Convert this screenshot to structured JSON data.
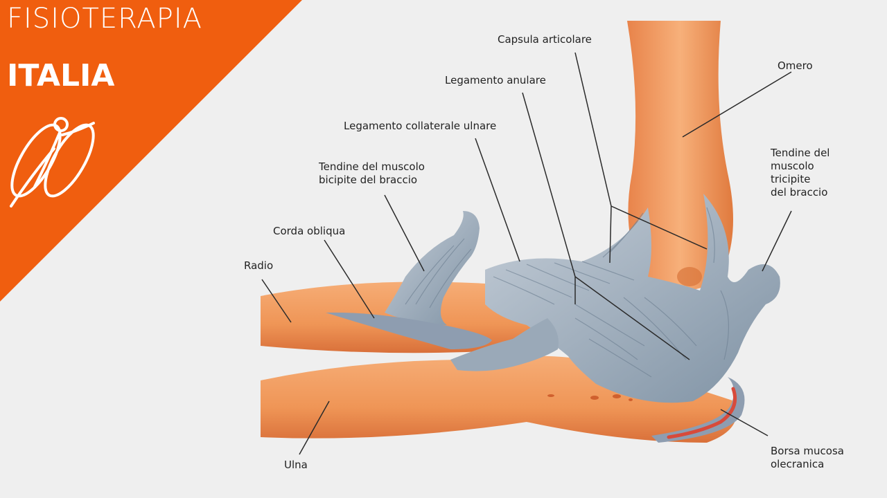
{
  "brand": {
    "line1": "FISIOTERAPIA",
    "line2": "ITALIA",
    "color": "#f05e0f",
    "logo_icon": "runner-figure-icon"
  },
  "labels": {
    "capsula": "Capsula articolare",
    "omero": "Omero",
    "anulare": "Legamento anulare",
    "collaterale": "Legamento collaterale ulnare",
    "bicipite": "Tendine del muscolo\nbicipite del braccio",
    "tricipite": "Tendine del\nmuscolo\ntricipite\ndel braccio",
    "corda": "Corda obliqua",
    "radio": "Radio",
    "ulna": "Ulna",
    "borsa": "Borsa mucosa\nolecranica"
  },
  "colors": {
    "bone": "#f2a064",
    "bone_dark": "#d9753a",
    "ligament": "#a9b6c3",
    "ligament_dark": "#6f8193",
    "bursa": "#d84a3a"
  }
}
